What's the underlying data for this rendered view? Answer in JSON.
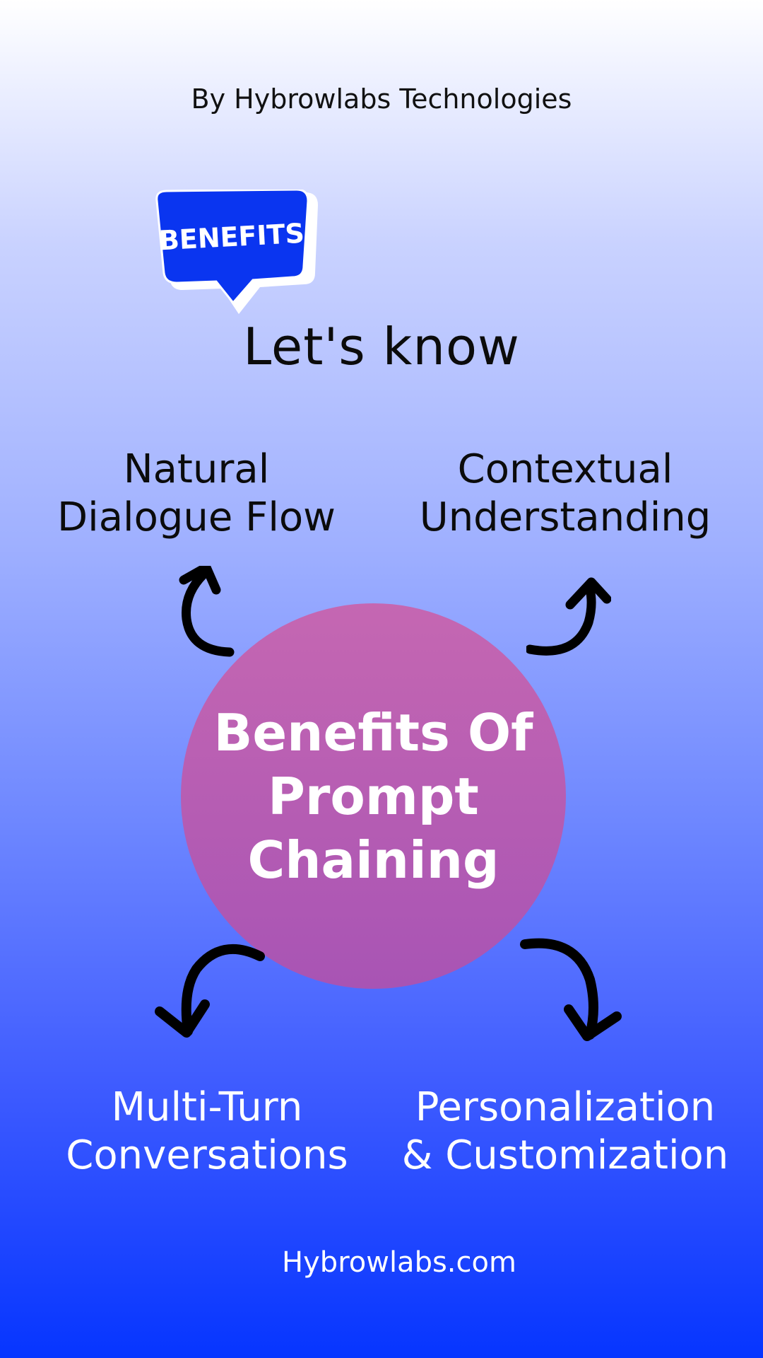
{
  "byline": "By Hybrowlabs Technologies",
  "badge": {
    "text": "BENEFITS",
    "color": "#0a35f0",
    "icon": "speech-bubble-icon"
  },
  "headline": "Let's know",
  "center": {
    "line1": "Benefits Of",
    "line2": "Prompt",
    "line3": "Chaining",
    "color": "#b85cb3"
  },
  "benefits": {
    "top_left": {
      "line1": "Natural",
      "line2": "Dialogue Flow"
    },
    "top_right": {
      "line1": "Contextual",
      "line2": "Understanding"
    },
    "bottom_left": {
      "line1": "Multi-Turn",
      "line2": "Conversations"
    },
    "bottom_right": {
      "line1": "Personalization",
      "line2": "& Customization"
    }
  },
  "footer": "Hybrowlabs.com",
  "colors": {
    "background_top": "#ffffff",
    "background_bottom": "#0635ff",
    "arrow": "#000000"
  }
}
